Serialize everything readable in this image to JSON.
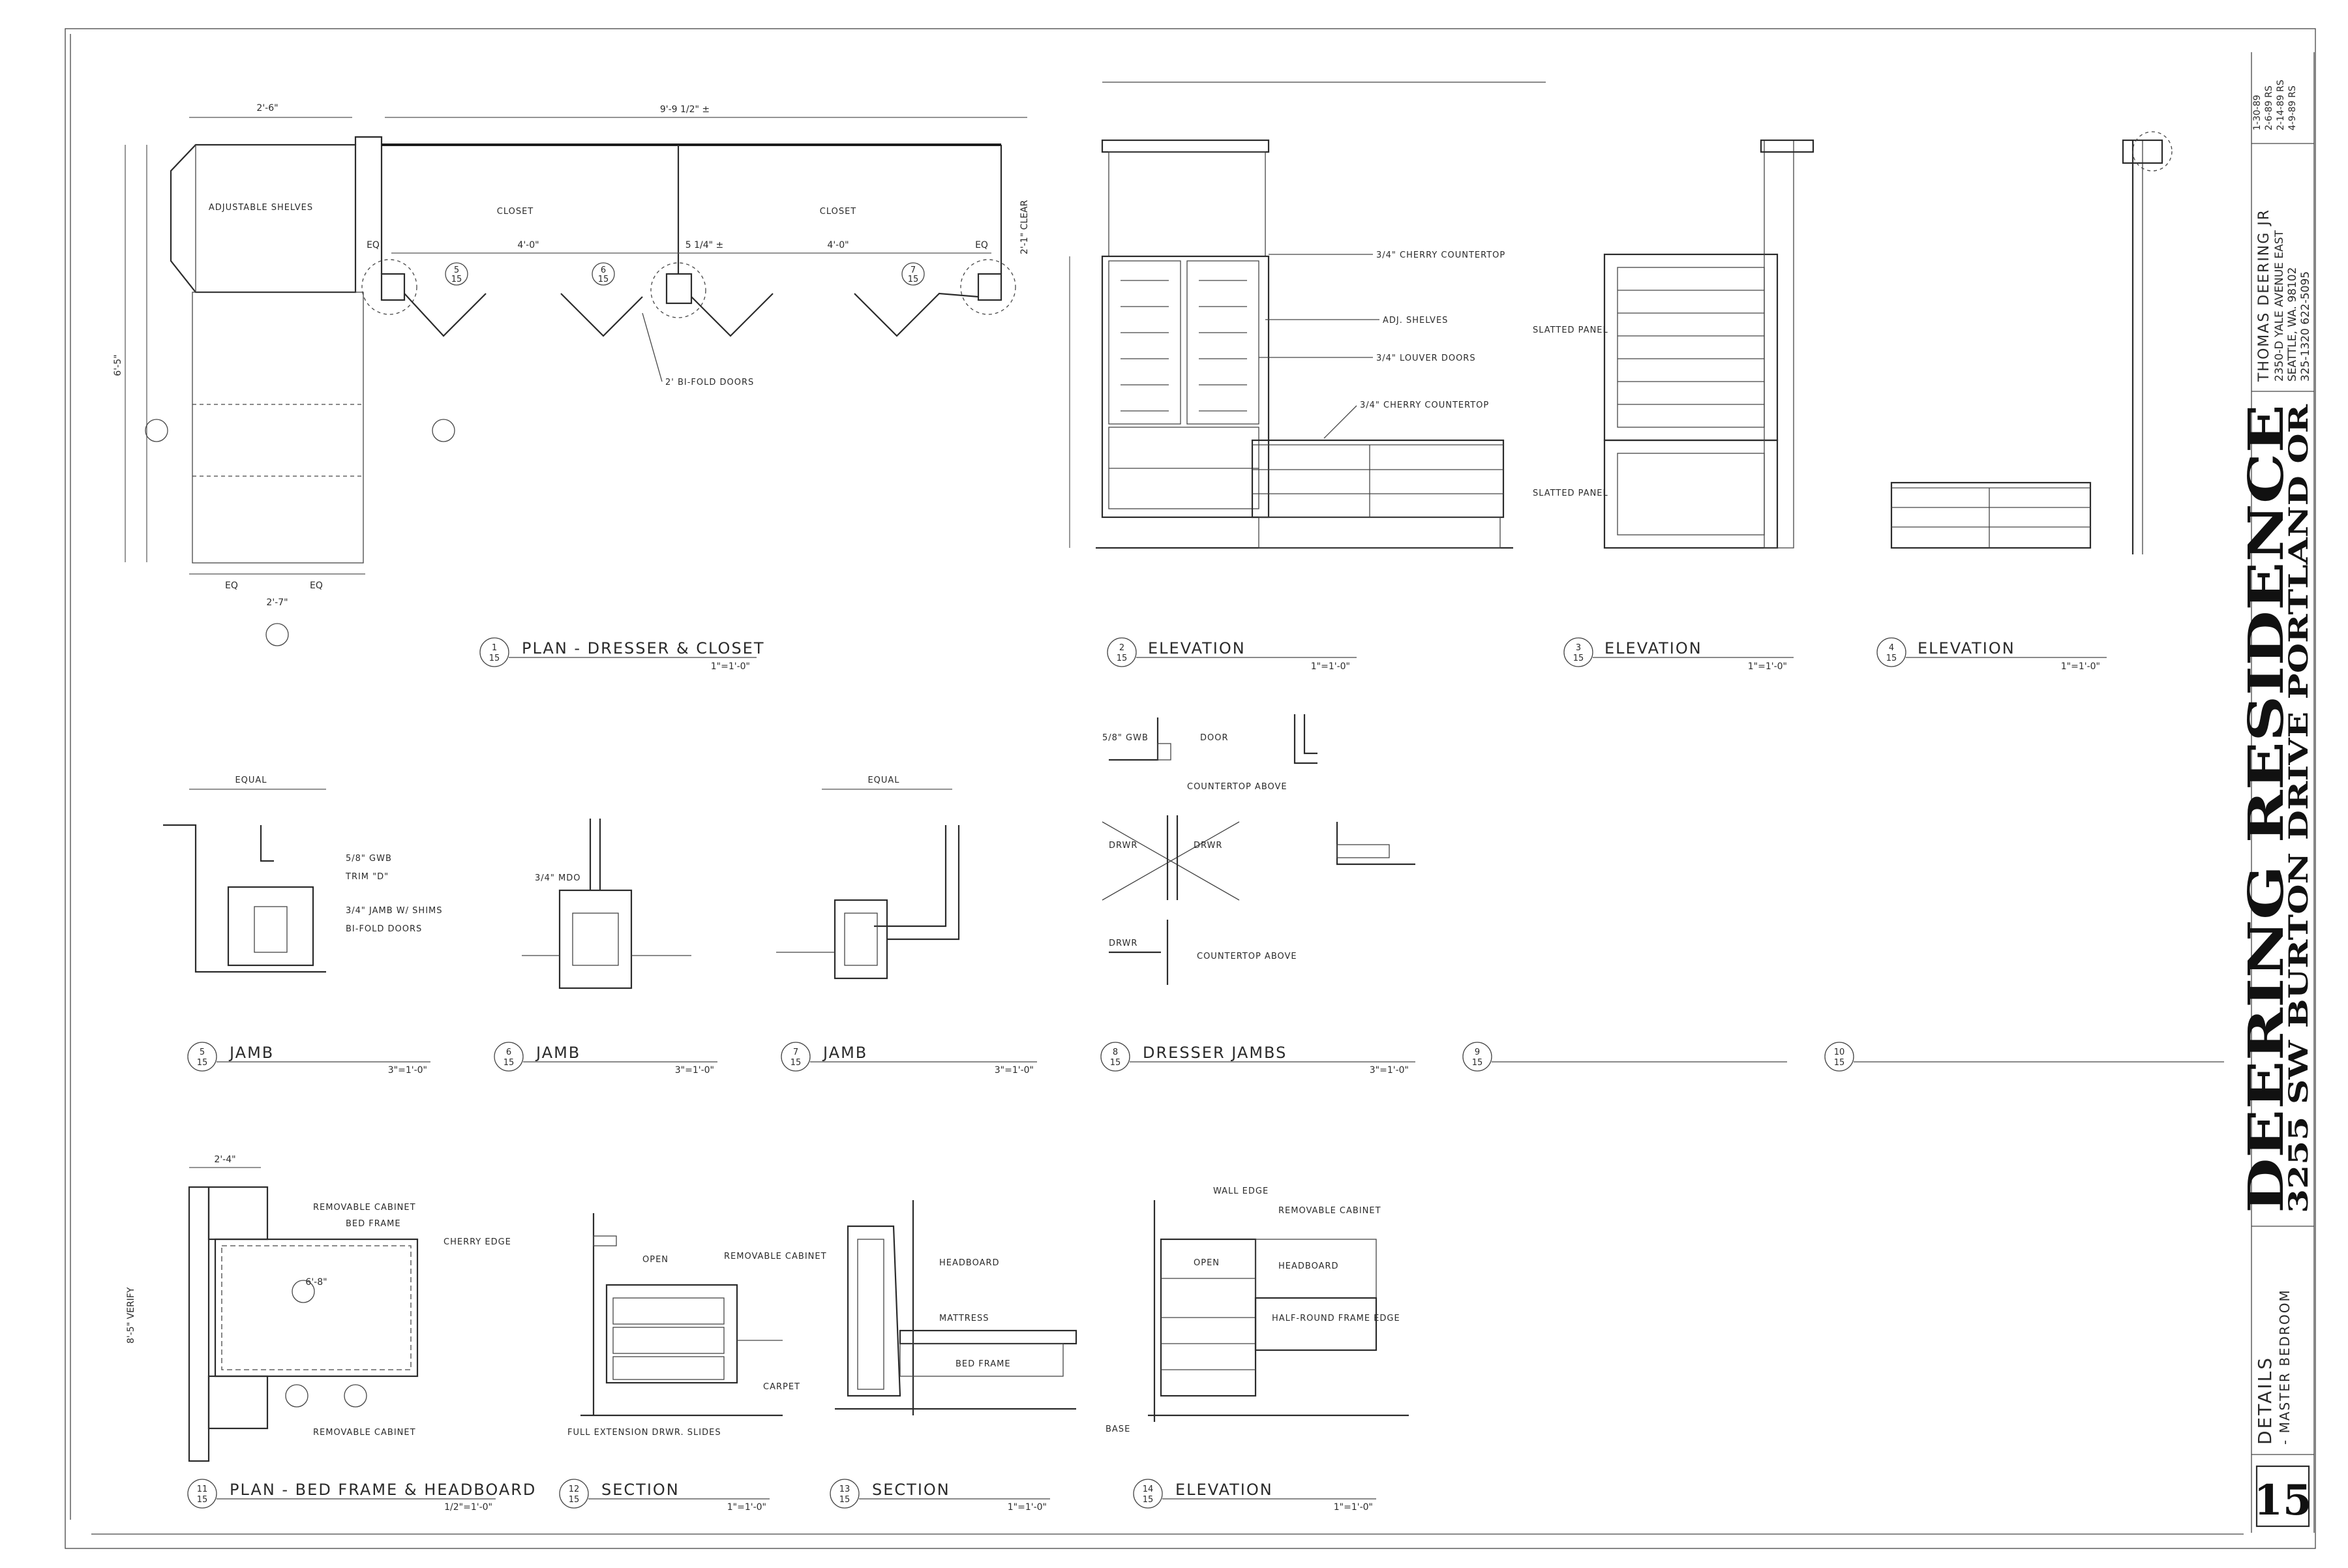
{
  "title_block": {
    "project": "DEERING RESIDENCE",
    "address": "3255 SW BURTON DRIVE PORTLAND OR",
    "architect": "THOMAS DEERING JR",
    "street": "2350-D YALE AVENUE EAST",
    "city": "SEATTLE, WA. 98102",
    "phones": "325-1320   622-5095",
    "revisions": [
      "1-30-89",
      "2-6-89 RS",
      "2-14-89 RS",
      "4-9-89 RS"
    ],
    "sheet_title": "DETAILS",
    "sheet_subtitle": "- MASTER BEDROOM",
    "sheet_number": "15"
  },
  "drawings": [
    {
      "num": "1",
      "sheet": "15",
      "title": "PLAN - DRESSER & CLOSET",
      "scale": "1\"=1'-0\""
    },
    {
      "num": "2",
      "sheet": "15",
      "title": "ELEVATION",
      "scale": "1\"=1'-0\""
    },
    {
      "num": "3",
      "sheet": "15",
      "title": "ELEVATION",
      "scale": "1\"=1'-0\""
    },
    {
      "num": "4",
      "sheet": "15",
      "title": "ELEVATION",
      "scale": "1\"=1'-0\""
    },
    {
      "num": "5",
      "sheet": "15",
      "title": "JAMB",
      "scale": "3\"=1'-0\""
    },
    {
      "num": "6",
      "sheet": "15",
      "title": "JAMB",
      "scale": "3\"=1'-0\""
    },
    {
      "num": "7",
      "sheet": "15",
      "title": "JAMB",
      "scale": "3\"=1'-0\""
    },
    {
      "num": "8",
      "sheet": "15",
      "title": "DRESSER JAMBS",
      "scale": "3\"=1'-0\""
    },
    {
      "num": "9",
      "sheet": "15",
      "title": "",
      "scale": ""
    },
    {
      "num": "10",
      "sheet": "15",
      "title": "",
      "scale": ""
    },
    {
      "num": "11",
      "sheet": "15",
      "title": "PLAN - BED FRAME & HEADBOARD",
      "scale": "1/2\"=1'-0\""
    },
    {
      "num": "12",
      "sheet": "15",
      "title": "SECTION",
      "scale": "1\"=1'-0\""
    },
    {
      "num": "13",
      "sheet": "15",
      "title": "SECTION",
      "scale": "1\"=1'-0\""
    },
    {
      "num": "14",
      "sheet": "15",
      "title": "ELEVATION",
      "scale": "1\"=1'-0\""
    }
  ],
  "notes": {
    "adj_shelves": "ADJUSTABLE SHELVES",
    "closet": "CLOSET",
    "bifold": "2' BI-FOLD DOORS",
    "cherry_top": "3/4\" CHERRY COUNTERTOP",
    "adj_shelves2": "ADJ. SHELVES",
    "louver": "3/4\" LOUVER DOORS",
    "slatted": "SLATTED PANEL",
    "gwb": "5/8\" GWB",
    "trim": "TRIM \"D\"",
    "jamb_shims": "3/4\" JAMB W/ SHIMS",
    "bifold2": "BI-FOLD DOORS",
    "mdo": "3/4\" MDO",
    "equal": "EQUAL",
    "door": "DOOR",
    "drwr": "DRWR",
    "ctop_above": "COUNTERTOP ABOVE",
    "removable_cabinet": "REMOVABLE CABINET",
    "bed_frame": "BED FRAME",
    "cherry_edge": "CHERRY EDGE",
    "open": "OPEN",
    "headboard": "HEADBOARD",
    "mattress": "MATTRESS",
    "carpet": "CARPET",
    "slides": "FULL EXTENSION DRWR. SLIDES",
    "wall_edge": "WALL EDGE",
    "half_round": "HALF-ROUND FRAME EDGE",
    "base": "BASE",
    "eq": "EQ",
    "clear": "2'-1\" CLEAR",
    "verify": "8'-5\" VERIFY"
  },
  "dims": {
    "d_2_6": "2'-6\"",
    "d_9_9": "9'-9 1/2\" ±",
    "d_4_0": "4'-0\"",
    "d_5_16": "5 1/4\" ±",
    "d_6_5": "6'-5\"",
    "d_2_7": "2'-7\"",
    "d_2_4": "2'-4\"",
    "d_6_8": "6'-8\""
  }
}
